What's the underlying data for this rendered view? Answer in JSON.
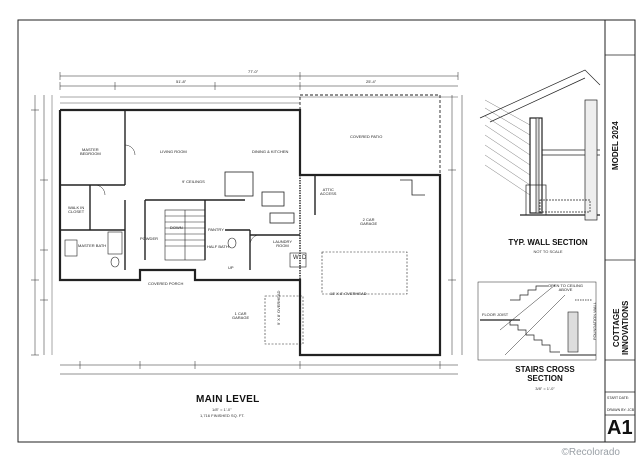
{
  "main_level": {
    "title": "MAIN LEVEL",
    "scale": "1/8\" = 1'-0\"",
    "area": "1,716 FINISHED SQ. FT.",
    "overall_dim": "77'-0\"",
    "left_dim": "51'-8\"",
    "right_dim": "25'-4\"",
    "rooms": {
      "master_bedroom": "MASTER\nBEDROOM",
      "living_room": "LIVING ROOM",
      "ceilings": "9' CEILINGS",
      "dining_kitchen": "DINING & KITCHEN",
      "covered_patio": "COVERED PATIO",
      "walk_in_closet": "WALK IN\nCLOSET",
      "master_bath": "MASTER BATH",
      "powder": "POWDER",
      "pantry": "PANTRY",
      "half_bath": "HALF BATH",
      "laundry_room": "LAUNDRY\nROOM",
      "attic_access": "ATTIC\nACCESS",
      "two_car_garage": "2 CAR\nGARAGE",
      "covered_porch": "COVERED PORCH",
      "one_car_garage": "1 CAR\nGARAGE",
      "overhead_18": "18' X 8' OVERHEAD",
      "overhead_9": "9' X 8' OVERHEAD",
      "washer_dryer": "W  D",
      "up": "UP",
      "down": "DOWN"
    }
  },
  "wall_section": {
    "title": "TYP. WALL SECTION",
    "subtitle": "NOT TO SCALE"
  },
  "stairs_section": {
    "title": "STAIRS CROSS\nSECTION",
    "scale": "3/8\" = 1'-0\"",
    "open_to_ceiling": "OPEN TO CEILING\nABOVE",
    "floor_joist": "FLOOR JOIST",
    "foundation_wall": "FOUNDATION WALL"
  },
  "title_block": {
    "model": "MODEL 2024",
    "company": "COTTAGE\nINNOVATIONS",
    "sheet_number": "A1",
    "start_date": "START DATE:",
    "drawn_by": "DRAWN BY: JCB"
  },
  "watermark": "©Recolorado"
}
